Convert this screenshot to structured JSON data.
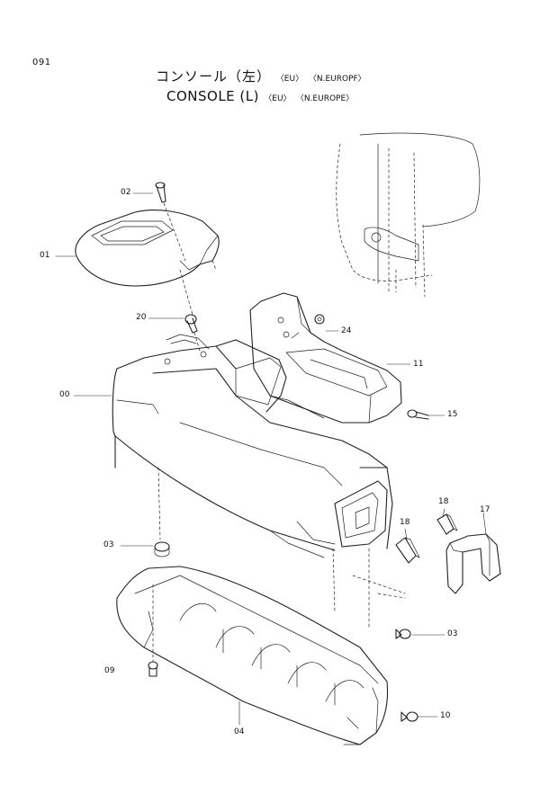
{
  "page_number": "091",
  "title_jp": "コンソール（左）",
  "title_en": "CONSOLE (L)",
  "tag_eu": "〈EU〉",
  "tag_jp_region": "〈N.EUROPF〉",
  "tag_en_region": "〈N.EUROPE〉",
  "labels": {
    "p01": "01",
    "p02": "02",
    "p20": "20",
    "p00": "00",
    "p24": "24",
    "p11": "11",
    "p15": "15",
    "p03a": "03",
    "p18a": "18",
    "p18b": "18",
    "p17": "17",
    "p03b": "03",
    "p09": "09",
    "p04": "04",
    "p10": "10"
  }
}
